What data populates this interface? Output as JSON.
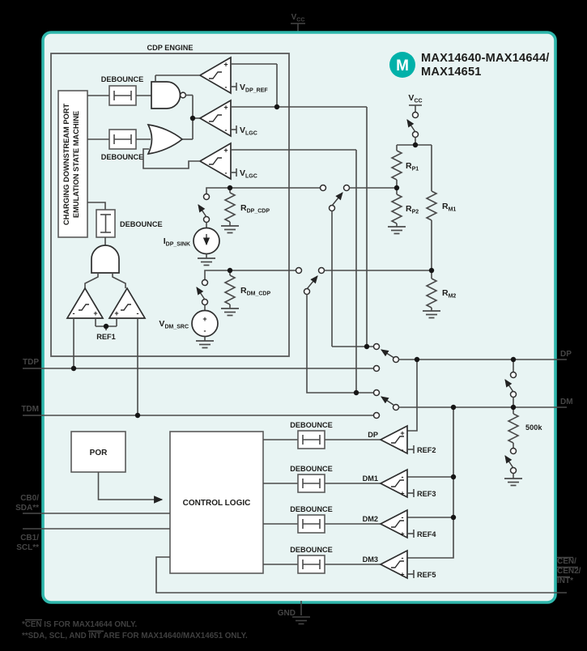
{
  "colors": {
    "background": "#000000",
    "panel_fill": "#e8f4f3",
    "panel_border": "#2eb6ab",
    "brand_teal": "#00b1a9",
    "wire": "#4b4b4b",
    "ink": "#1d1d1b",
    "pin_text": "#454545"
  },
  "header": {
    "logo_letter": "M",
    "title_line1": "MAX14640-MAX14644/",
    "title_line2": "MAX14651"
  },
  "labels": {
    "cdp_engine": "CDP ENGINE",
    "state_machine_line1": "CHARGING DOWNSTREAM PORT",
    "state_machine_line2": "EMULATION STATE MACHINE",
    "debounce": "DEBOUNCE",
    "por": "POR",
    "control_logic": "CONTROL LOGIC",
    "plus": "+",
    "minus": "-",
    "ref1": "REF1",
    "ref2": "REF2",
    "ref3": "REF3",
    "ref4": "REF4",
    "ref5": "REF5",
    "row_dp": "DP",
    "row_dm1": "DM1",
    "row_dm2": "DM2",
    "row_dm3": "DM3",
    "r500k": "500k"
  },
  "subs": {
    "vcc": {
      "m": "V",
      "s": "CC"
    },
    "vdp_ref": {
      "m": "V",
      "s": "DP_REF"
    },
    "vlgc": {
      "m": "V",
      "s": "LGC"
    },
    "idp_sink": {
      "m": "I",
      "s": "DP_SINK"
    },
    "vdm_src": {
      "m": "V",
      "s": "DM_SRC"
    },
    "rdp_cdp": {
      "m": "R",
      "s": "DP_CDP"
    },
    "rdm_cdp": {
      "m": "R",
      "s": "DM_CDP"
    },
    "rp1": {
      "m": "R",
      "s": "P1"
    },
    "rp2": {
      "m": "R",
      "s": "P2"
    },
    "rm1": {
      "m": "R",
      "s": "M1"
    },
    "rm2": {
      "m": "R",
      "s": "M2"
    }
  },
  "pins": {
    "tdp": "TDP",
    "tdm": "TDM",
    "cb0_line1": "CB0/",
    "cb0_line2": "SDA**",
    "cb1_line1": "CB1/",
    "cb1_line2": "SCL**",
    "dp": "DP",
    "dm": "DM",
    "cen_line1": "CEN/",
    "cen_line2": "CEN2/",
    "cen_line3": "INT*",
    "gnd": "GND"
  },
  "footnotes": {
    "line1": "*CEN IS FOR MAX14644 ONLY.",
    "line2": "**SDA, SCL, AND INT ARE FOR MAX14640/MAX14651 ONLY."
  }
}
